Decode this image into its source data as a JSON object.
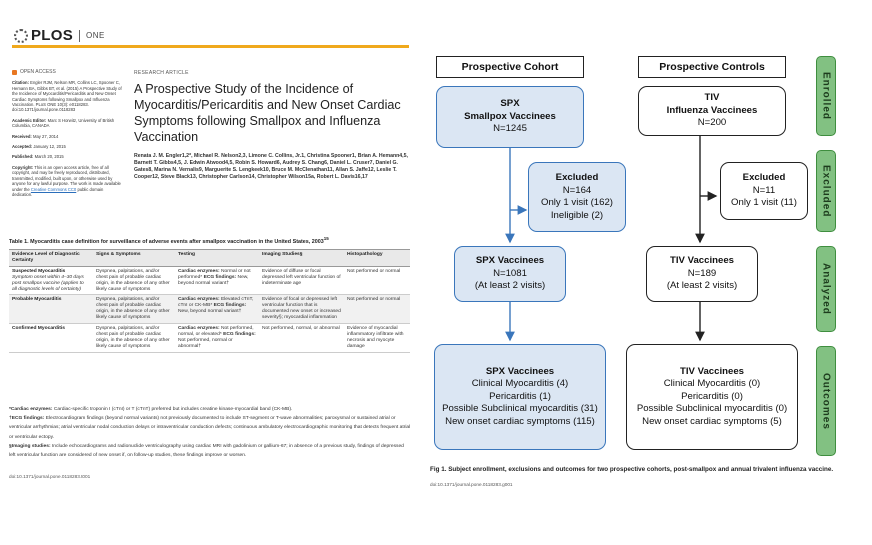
{
  "left": {
    "brand": "PLOS",
    "brand_sub": "ONE",
    "open_access": "OPEN ACCESS",
    "citation_label": "Citation:",
    "citation": "Engler RJM, Nelson MR, Collins LC, Spooner C, Hemann BA, Gibbs BT, et al. (2015) A Prospective Study of the Incidence of Myocarditis/Pericarditis and New Onset Cardiac Symptoms following Smallpox and Influenza Vaccination. PLoS ONE 10(3): e0118283. doi:10.1371/journal.pone.0118283",
    "editor_label": "Academic Editor:",
    "editor": "Marc S Horwitz, University of British Columbia, CANADA",
    "received_label": "Received:",
    "received": "May 27, 2014",
    "accepted_label": "Accepted:",
    "accepted": "January 12, 2015",
    "published_label": "Published:",
    "published": "March 20, 2015",
    "copyright_label": "Copyright:",
    "copyright_text": "This is an open access article, free of all copyright, and may be freely reproduced, distributed, transmitted, modified, built upon, or otherwise used by anyone for any lawful purpose. The work is made available under the",
    "copyright_link": "Creative Commons CC0",
    "copyright_end": "public domain dedication.",
    "article_type": "RESEARCH ARTICLE",
    "title": "A Prospective Study of the Incidence of Myocarditis/Pericarditis and New Onset Cardiac Symptoms following Smallpox and Influenza Vaccination",
    "authors": "Renata J. M. Engler1,2*, Michael R. Nelson2,3, Limone C. Collins, Jr.1, Christina Spooner1, Brian A. Hemann4,5, Barnett T. Gibbs4,5, J. Edwin Atwood4,5, Robin S. Howard6, Audrey S. Chang6, Daniel L. Cruser7, Daniel G. Gates8, Marina N. Vernalis9, Marguerite S. Lengkeek10, Bruce M. McClenathan11, Allan S. Jaffe12, Leslie T. Cooper12, Steve Black13, Christopher Carlson14, Christopher Wilson15a, Robert L. Davis16,17",
    "table_caption": "Table 1. Myocarditis case definition for surveillance of adverse events after smallpox vaccination in the United States, 2003",
    "table_caption_sup": "15",
    "table_headers": [
      "Evidence Level of Diagnostic Certainty",
      "Signs & Symptoms",
      "Testing",
      "Imaging Studies§",
      "Histopathology"
    ],
    "table_rows": [
      {
        "level": "Suspected Myocarditis",
        "level_note": "Symptom onset within 4–30 days post smallpox vaccine (applies to all diagnostic levels of certainty)",
        "signs": "Dyspnea, palpitations, and/or chest pain of probable cardiac origin, in the absence of any other likely cause of symptoms",
        "testing_a": "Cardiac enzymes:",
        "testing_b": "Normal or not performed*",
        "testing_c": "ECG findings:",
        "testing_d": "New, beyond normal variant†",
        "imaging": "Evidence of diffuse or focal depressed left ventricular function of indeterminate age",
        "histo": "Not performed or normal"
      },
      {
        "level": "Probable Myocarditis",
        "level_note": "",
        "signs": "Dyspnea, palpitations, and/or chest pain of probable cardiac origin, in the absence of any other likely cause of symptoms",
        "testing_a": "Cardiac enzymes:",
        "testing_b": "Elevated cTnT, cTnI or CK-MB*",
        "testing_c": "ECG findings:",
        "testing_d": "New, beyond normal variant†",
        "imaging": "Evidence of focal or depressed left ventricular function that is documented new onset or increased severity§; myocardial inflammation",
        "histo": "Not performed or normal"
      },
      {
        "level": "Confirmed Myocarditis",
        "level_note": "",
        "signs": "Dyspnea, palpitations, and/or chest pain of probable cardiac origin, in the absence of any other likely cause of symptoms",
        "testing_a": "Cardiac enzymes:",
        "testing_b": "Not performed, normal, or elevated*",
        "testing_c": "ECG findings:",
        "testing_d": "Not performed, normal or abnormal†",
        "imaging": "Not performed, normal, or abnormal",
        "histo": "Evidence of myocardial inflammatory infiltrate with necrosis and myocyte damage"
      }
    ],
    "fn1_label": "*Cardiac enzymes:",
    "fn1": "Cardiac-specific troponin I (cTnI) or T (cTnT) preferred but includes creatine kinase-myocardial band (CK-MB).",
    "fn2_label": "†ECG findings:",
    "fn2": "Electrocardiogram findings (beyond normal variants) not previously documented to include ST-segment or T-wave abnormalities; paroxysmal or sustained atrial or ventricular arrhythmias; atrial ventricular nodal conduction delays or intraventricular conduction defects; continuous ambulatory electrocardiographic monitoring that detects frequent atrial or ventricular ectopy.",
    "fn3_label": "§Imaging studies:",
    "fn3": "Include echocardiograms and radionuclide ventriculography using cardiac MRI with gadolinium or gallium-67; in absence of a previous study, findings of depressed left ventricular function are considered of new onset if, on follow-up studies, these findings improve or worsen.",
    "doi": "doi:10.1371/journal.pone.0118283.t001"
  },
  "figure": {
    "headers": {
      "left": "Prospective Cohort",
      "right": "Prospective Controls"
    },
    "stages": [
      "Enrolled",
      "Excluded",
      "Analyzed",
      "Outcomes"
    ],
    "spx_enrolled": [
      "SPX",
      "Smallpox Vaccinees",
      "N=1245"
    ],
    "spx_excluded": [
      "Excluded",
      "N=164",
      "Only 1 visit (162)",
      "Ineligible (2)"
    ],
    "spx_analyzed": [
      "SPX Vaccinees",
      "N=1081",
      "(At least 2 visits)"
    ],
    "spx_outcomes": [
      "SPX Vaccinees",
      "Clinical Myocarditis (4)",
      "Pericarditis (1)",
      "Possible Subclinical myocarditis (31)",
      "New onset cardiac symptoms (115)"
    ],
    "tiv_enrolled": [
      "TIV",
      "Influenza Vaccinees",
      "N=200"
    ],
    "tiv_excluded": [
      "Excluded",
      "N=11",
      "Only 1 visit (11)"
    ],
    "tiv_analyzed": [
      "TIV Vaccinees",
      "N=189",
      "(At least 2 visits)"
    ],
    "tiv_outcomes": [
      "TIV Vaccinees",
      "Clinical Myocarditis (0)",
      "Pericarditis (0)",
      "Possible Subclinical myocarditis (0)",
      "New onset cardiac symptoms (5)"
    ],
    "caption": "Fig 1. Subject enrollment, exclusions and outcomes for two prospective cohorts, post-smallpox and annual trivalent influenza vaccine.",
    "doi": "doi:10.1371/journal.pone.0118283.g001",
    "colors": {
      "blue_border": "#3a76bb",
      "blue_fill": "#dbe6f3",
      "green_fill": "#82c182",
      "orange_rule": "#f0a91c"
    }
  }
}
